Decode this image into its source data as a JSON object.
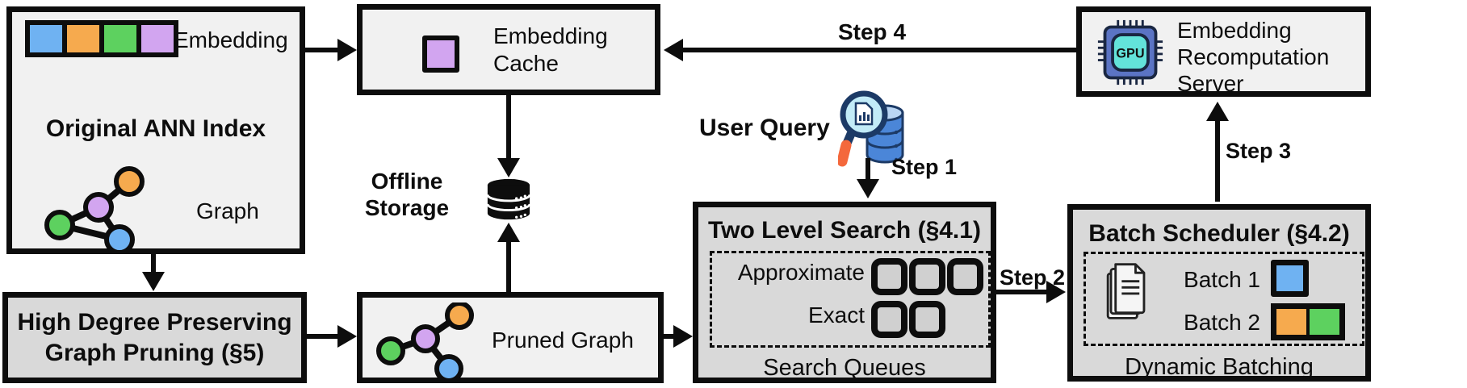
{
  "colors": {
    "box_light": "#f1f1f1",
    "box_gray": "#d9d9d9",
    "ink": "#0d0d0d",
    "node_blue": "#6fb2f2",
    "node_orange": "#f6aa4e",
    "node_green": "#5dd15f",
    "node_purple": "#d2a5f0"
  },
  "original_ann_index": {
    "title": "Original ANN Index",
    "embedding_label": "Embedding",
    "graph_label": "Graph"
  },
  "embedding_cache": {
    "label": "Embedding\nCache"
  },
  "offline_storage": {
    "label": "Offline\nStorage"
  },
  "high_degree_pruning": {
    "label": "High Degree Preserving\nGraph Pruning (§5)"
  },
  "pruned_graph": {
    "label": "Pruned Graph"
  },
  "user_query": {
    "label": "User Query"
  },
  "two_level_search": {
    "title": "Two Level Search (§4.1)",
    "approximate_label": "Approximate",
    "approximate_slots": 3,
    "exact_label": "Exact",
    "exact_slots": 2,
    "footer": "Search Queues"
  },
  "batch_scheduler": {
    "title": "Batch Scheduler (§4.2)",
    "batch1_label": "Batch 1",
    "batch2_label": "Batch 2",
    "footer": "Dynamic Batching"
  },
  "recomputation_server": {
    "label": "Embedding\nRecomputation\nServer",
    "chip_text": "GPU"
  },
  "steps": {
    "step1": "Step 1",
    "step2": "Step 2",
    "step3": "Step 3",
    "step4": "Step 4"
  }
}
